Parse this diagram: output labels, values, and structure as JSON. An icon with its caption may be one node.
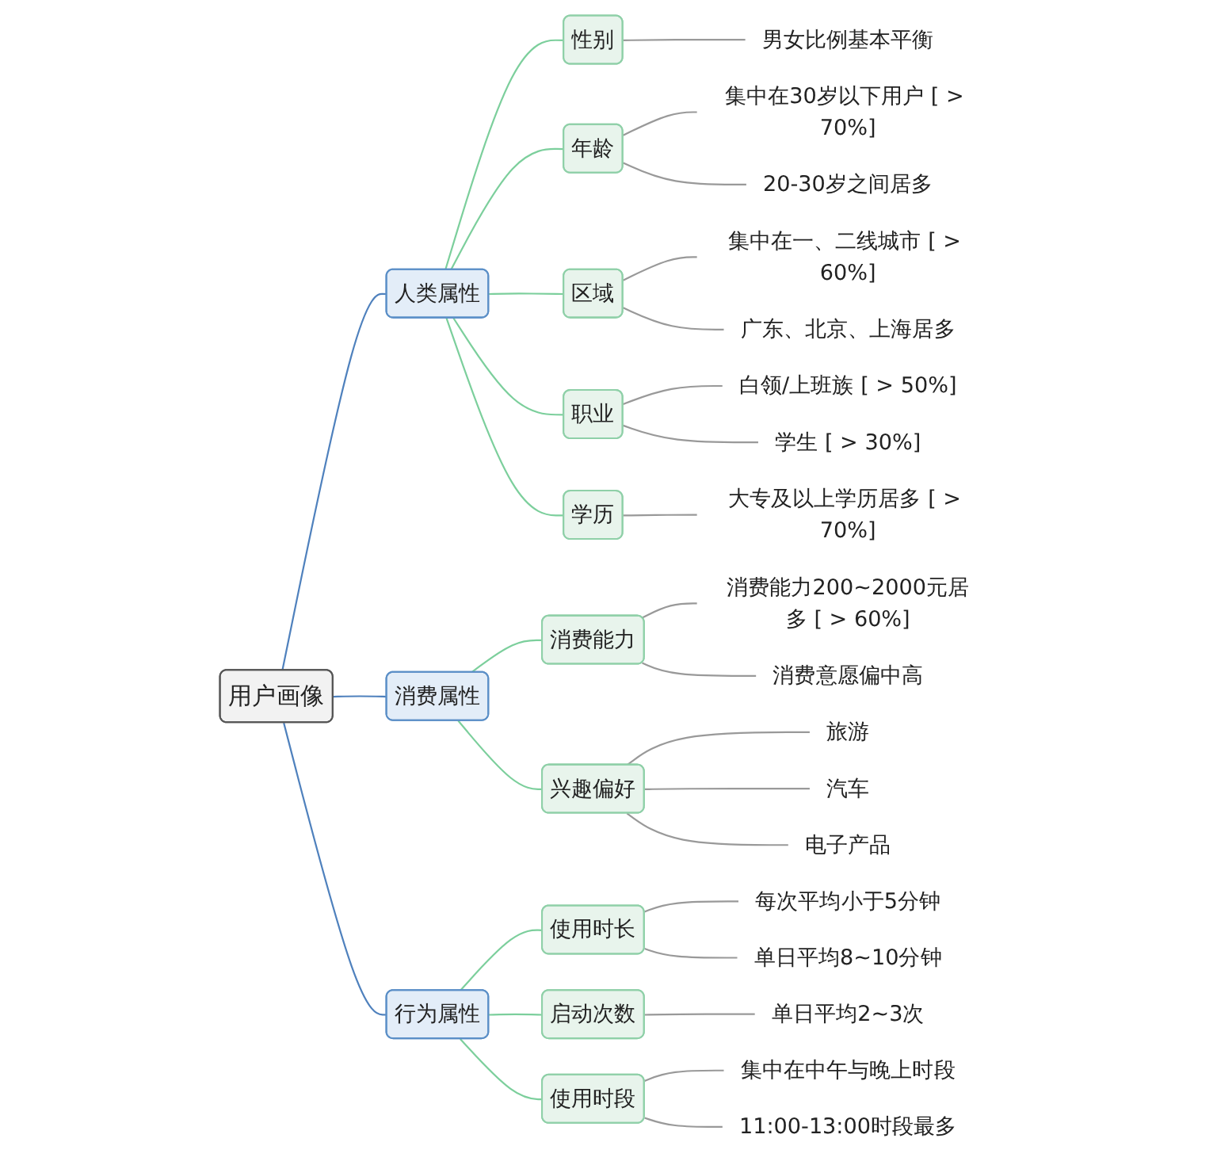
{
  "diagram": {
    "nodes": [
      {
        "text": [
          "用户画像"
        ]
      },
      {
        "text": [
          "人类属性"
        ]
      },
      {
        "text": [
          "性别"
        ]
      },
      {
        "text": [
          "男女比例基本平衡"
        ]
      },
      {
        "text": [
          "年龄"
        ]
      },
      {
        "text": [
          "集中在30岁以下用户 [ > 70%]"
        ]
      },
      {
        "text": [
          "20-30岁之间居多"
        ]
      },
      {
        "text": [
          "区域"
        ]
      },
      {
        "text": [
          "集中在一、二线城市 [ > 60%]"
        ]
      },
      {
        "text": [
          "广东、北京、上海居多"
        ]
      },
      {
        "text": [
          "职业"
        ]
      },
      {
        "text": [
          "白领/上班族 [ > 50%]"
        ]
      },
      {
        "text": [
          "学生 [ > 30%]"
        ]
      },
      {
        "text": [
          "学历"
        ]
      },
      {
        "text": [
          "大专及以上学历居多 [ > 70%]"
        ]
      },
      {
        "text": [
          "消费属性"
        ]
      },
      {
        "text": [
          "消费能力"
        ]
      },
      {
        "text": [
          "消费能力200~2000元居多 [ > 60%]"
        ]
      },
      {
        "text": [
          "消费意愿偏中高"
        ]
      },
      {
        "text": [
          "兴趣偏好"
        ]
      },
      {
        "text": [
          "旅游"
        ]
      },
      {
        "text": [
          "汽车"
        ]
      },
      {
        "text": [
          "电子产品"
        ]
      },
      {
        "text": [
          "行为属性"
        ]
      },
      {
        "text": [
          "使用时长"
        ]
      },
      {
        "text": [
          "每次平均小于5分钟"
        ]
      },
      {
        "text": [
          "单日平均8~10分钟"
        ]
      },
      {
        "text": [
          "启动次数"
        ]
      },
      {
        "text": [
          "单日平均2~3次"
        ]
      },
      {
        "text": [
          "使用时段"
        ]
      },
      {
        "text": [
          "集中在中午与晚上时段"
        ]
      },
      {
        "text": [
          "11:00-13:00时段最多"
        ]
      }
    ],
    "edges": [
      {
        "from": 0,
        "to": 1,
        "arrow": "none",
        "color": "#4f81bd"
      },
      {
        "from": 1,
        "to": 2,
        "arrow": "none",
        "color": "#7ccf9c"
      },
      {
        "from": 2,
        "to": 3,
        "arrow": "none"
      },
      {
        "from": 1,
        "to": 4,
        "arrow": "none",
        "color": "#7ccf9c"
      },
      {
        "from": 4,
        "to": 5,
        "arrow": "none"
      },
      {
        "from": 4,
        "to": 6,
        "arrow": "none"
      },
      {
        "from": 1,
        "to": 7,
        "arrow": "none",
        "color": "#7ccf9c"
      },
      {
        "from": 7,
        "to": 8,
        "arrow": "none"
      },
      {
        "from": 7,
        "to": 9,
        "arrow": "none"
      },
      {
        "from": 1,
        "to": 10,
        "arrow": "none",
        "color": "#7ccf9c"
      },
      {
        "from": 10,
        "to": 11,
        "arrow": "none"
      },
      {
        "from": 10,
        "to": 12,
        "arrow": "none"
      },
      {
        "from": 1,
        "to": 13,
        "arrow": "none",
        "color": "#7ccf9c"
      },
      {
        "from": 13,
        "to": 14,
        "arrow": "none"
      },
      {
        "from": 0,
        "to": 15,
        "arrow": "none",
        "color": "#4f81bd"
      },
      {
        "from": 15,
        "to": 16,
        "arrow": "none",
        "color": "#7ccf9c"
      },
      {
        "from": 16,
        "to": 17,
        "arrow": "none"
      },
      {
        "from": 16,
        "to": 18,
        "arrow": "none"
      },
      {
        "from": 15,
        "to": 19,
        "arrow": "none",
        "color": "#7ccf9c"
      },
      {
        "from": 19,
        "to": 20,
        "arrow": "none"
      },
      {
        "from": 19,
        "to": 21,
        "arrow": "none"
      },
      {
        "from": 19,
        "to": 22,
        "arrow": "none"
      },
      {
        "from": 0,
        "to": 23,
        "arrow": "none",
        "color": "#4f81bd"
      },
      {
        "from": 23,
        "to": 24,
        "arrow": "none",
        "color": "#7ccf9c"
      },
      {
        "from": 24,
        "to": 25,
        "arrow": "none"
      },
      {
        "from": 24,
        "to": 26,
        "arrow": "none"
      },
      {
        "from": 23,
        "to": 27,
        "arrow": "none",
        "color": "#7ccf9c"
      },
      {
        "from": 27,
        "to": 28,
        "arrow": "none"
      },
      {
        "from": 23,
        "to": 29,
        "arrow": "none",
        "color": "#7ccf9c"
      },
      {
        "from": 29,
        "to": 30,
        "arrow": "none"
      },
      {
        "from": 29,
        "to": 31,
        "arrow": "none"
      }
    ]
  }
}
